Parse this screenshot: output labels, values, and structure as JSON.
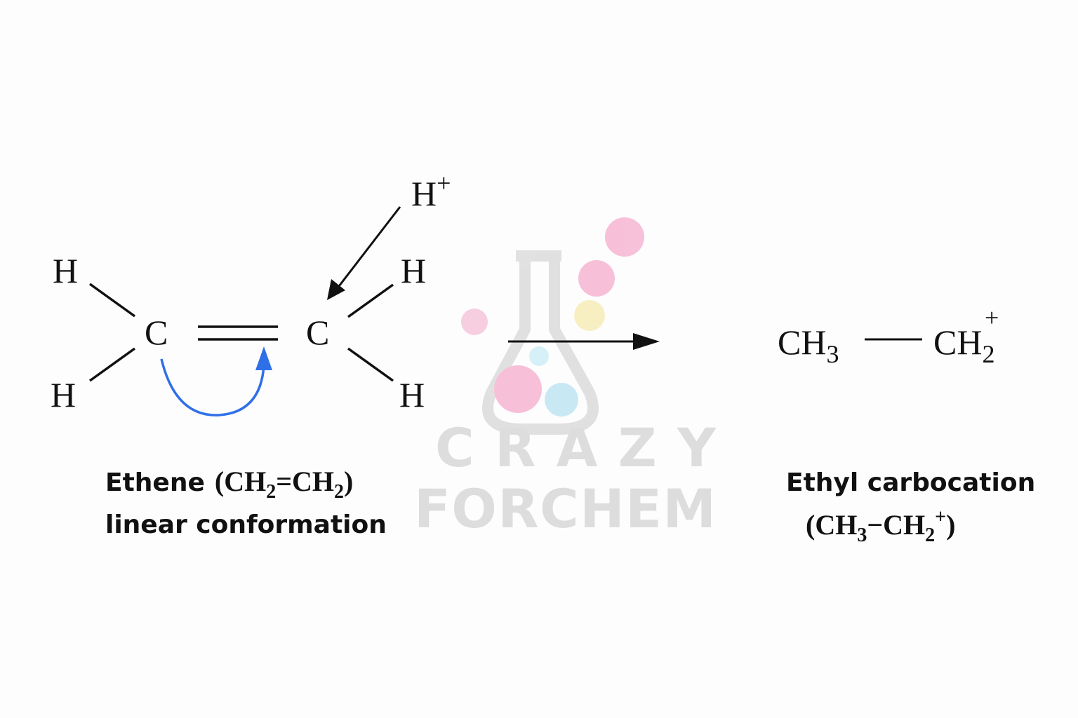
{
  "reactant": {
    "atoms": {
      "h_top_left": "H",
      "h_bottom_left": "H",
      "c_left": "C",
      "c_right": "C",
      "h_top_right": "H",
      "h_bottom_right": "H",
      "proton": "H",
      "proton_charge": "+"
    },
    "label_name": "Ethene",
    "label_formula": {
      "open": "(CH",
      "sub1": "2",
      "mid": "=CH",
      "sub2": "2",
      "close": ")"
    },
    "label_line2": "linear conformation"
  },
  "product": {
    "ch3": "CH",
    "ch3_sub": "3",
    "ch2": "CH",
    "ch2_sub": "2",
    "charge": "+",
    "label_name": "Ethyl carbocation",
    "label_formula": {
      "open": "(CH",
      "sub1": "3",
      "mid": "−CH",
      "sub2": "2",
      "charge": "+",
      "close": ")"
    }
  },
  "watermark": {
    "line1": "CRAZY",
    "line2": "FORCHEM"
  },
  "colors": {
    "electron_arrow": "#2f6fe8",
    "bonds": "#111111",
    "watermark_gray": "#d8d8d8",
    "watermark_pink": "#f6b6d2",
    "watermark_blue": "#bfe6f2",
    "watermark_yellow": "#f7edb8"
  }
}
